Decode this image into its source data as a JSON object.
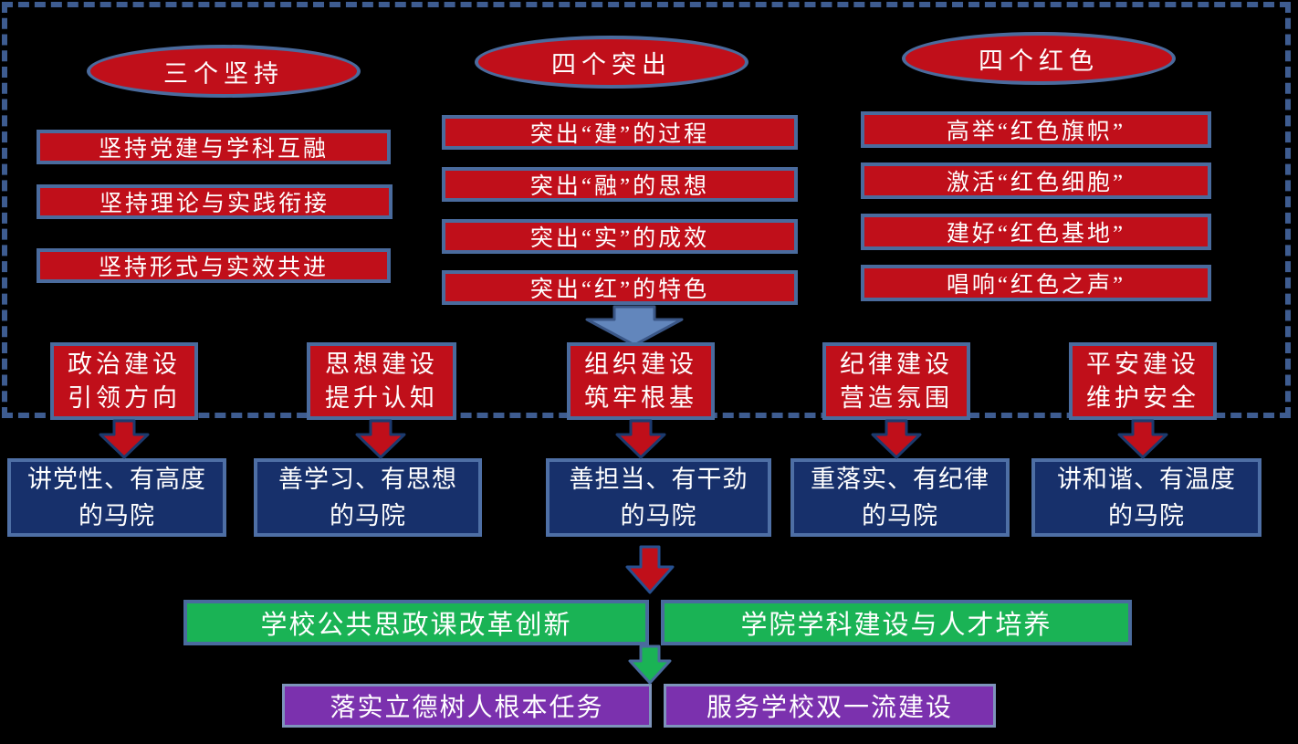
{
  "colors": {
    "background": "#000000",
    "box_red": "#C00F1A",
    "box_navy": "#17306B",
    "box_green": "#1AB355",
    "box_purple": "#7B31AE",
    "border_slate": "#4A6B9D",
    "frame_dash": "#3E5C90",
    "arrow_blue_fill": "#6286BC",
    "arrow_red_fill": "#C00F1A",
    "arrow_outline_navy": "#1C3A6E",
    "text": "#FFFFFF"
  },
  "columns": [
    {
      "title": "三个坚持",
      "items": [
        "坚持党建与学科互融",
        "坚持理论与实践衔接",
        "坚持形式与实效共进"
      ]
    },
    {
      "title": "四个突出",
      "items": [
        "突出“建”的过程",
        "突出“融”的思想",
        "突出“实”的成效",
        "突出“红”的特色"
      ]
    },
    {
      "title": "四个红色",
      "items": [
        "高举“红色旗帜”",
        "激活“红色细胞”",
        "建好“红色基地”",
        "唱响“红色之声”"
      ]
    }
  ],
  "construction": [
    {
      "line1": "政治建设",
      "line2": "引领方向"
    },
    {
      "line1": "思想建设",
      "line2": "提升认知"
    },
    {
      "line1": "组织建设",
      "line2": "筑牢根基"
    },
    {
      "line1": "纪律建设",
      "line2": "营造氛围"
    },
    {
      "line1": "平安建设",
      "line2": "维护安全"
    }
  ],
  "outcomes": [
    {
      "line1": "讲党性、有高度",
      "line2": "的马院"
    },
    {
      "line1": "善学习、有思想",
      "line2": "的马院"
    },
    {
      "line1": "善担当、有干劲",
      "line2": "的马院"
    },
    {
      "line1": "重落实、有纪律",
      "line2": "的马院"
    },
    {
      "line1": "讲和谐、有温度",
      "line2": "的马院"
    }
  ],
  "tasks": [
    "学校公共思政课改革创新",
    "学院学科建设与人才培养"
  ],
  "goals": [
    "落实立德树人根本任务",
    "服务学校双一流建设"
  ]
}
